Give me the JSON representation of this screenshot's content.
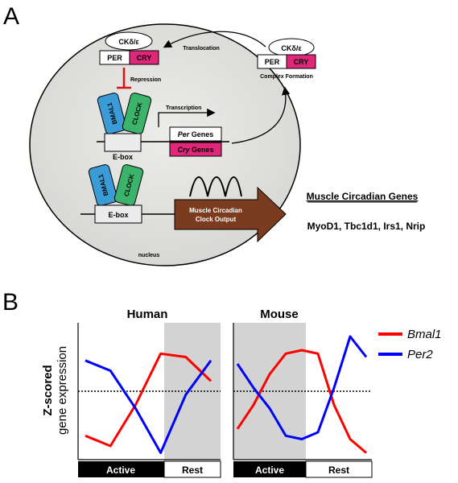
{
  "panel_a": {
    "letter": "A",
    "ck_label": "CKδ/ε",
    "per_label": "PER",
    "cry_label": "CRY",
    "translocation": "Translocation",
    "complex_formation": "Complex Formation",
    "repression": "Repression",
    "transcription": "Transcription",
    "bmal1": "BMAL1",
    "clock": "CLOCK",
    "ebox": "E-box",
    "per_genes_italic": "Per",
    "per_genes_rest": " Genes",
    "cry_genes_italic": "Cry",
    "cry_genes_rest": " Genes",
    "output_line1": "Muscle Circadian",
    "output_line2": "Clock Output",
    "nucleus": "nucleus",
    "genes_title": "Muscle Circadian Genes",
    "genes_list": "MyoD1, Tbc1d1, Irs1, Nrip",
    "colors": {
      "per": "#ffffff",
      "cry": "#e0287a",
      "bmal1": "#3b9bd6",
      "clock": "#3bb36a",
      "arrow": "#7a3b1e",
      "cell": "#e2e2e0"
    }
  },
  "panel_b": {
    "letter": "B",
    "ylabel_line1": "Z-scored",
    "ylabel_line2": "gene expression",
    "active_label": "Active",
    "rest_label": "Rest",
    "legend_bmal1": "Bmal1",
    "legend_per2": "Per2"
  },
  "chart_data": [
    {
      "type": "line",
      "title": "Human",
      "xlabel": "",
      "ylabel": "Z-scored gene expression",
      "x": [
        0,
        1,
        2,
        3,
        4,
        5
      ],
      "ylim": [
        -2,
        2
      ],
      "shaded_phase": "Rest",
      "reference_line": 0,
      "series": [
        {
          "name": "Bmal1",
          "color": "#ff0000",
          "values": [
            -1.3,
            -1.6,
            -0.4,
            1.1,
            1.0,
            0.3
          ]
        },
        {
          "name": "Per2",
          "color": "#0000ff",
          "values": [
            0.9,
            0.6,
            -0.5,
            -1.8,
            -0.1,
            0.9
          ]
        }
      ]
    },
    {
      "type": "line",
      "title": "Mouse",
      "xlabel": "",
      "ylabel": "",
      "x": [
        0,
        1,
        2,
        3,
        4,
        5,
        6,
        7,
        8
      ],
      "ylim": [
        -2,
        2
      ],
      "shaded_phase": "Active",
      "reference_line": 0,
      "series": [
        {
          "name": "Bmal1",
          "color": "#ff0000",
          "values": [
            -1.1,
            -0.4,
            0.5,
            1.1,
            1.2,
            1.1,
            -0.4,
            -1.4,
            -1.8
          ]
        },
        {
          "name": "Per2",
          "color": "#0000ff",
          "values": [
            0.8,
            0.1,
            -0.5,
            -1.3,
            -1.4,
            -1.2,
            0.1,
            1.6,
            1.0
          ]
        }
      ]
    }
  ]
}
